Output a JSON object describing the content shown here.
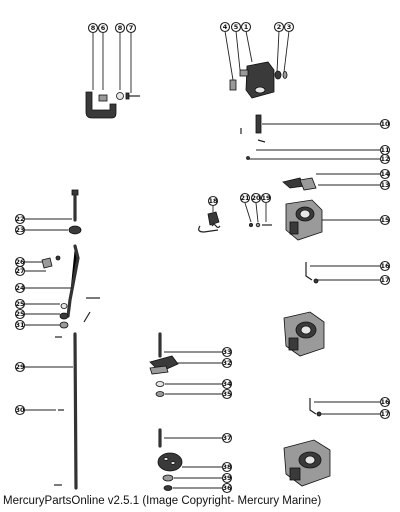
{
  "caption": "MercuryPartsOnline v2.5.1 (Image Copyright- Mercury Marine)",
  "callouts": {
    "top_left": [
      "8",
      "6",
      "8",
      "7"
    ],
    "top_right": [
      "4",
      "5",
      "1",
      "2",
      "3"
    ],
    "c10": "10",
    "c11": "11",
    "c12": "12",
    "c14": "14",
    "c13": "13",
    "c18": "18",
    "c21": "21",
    "c20": "20",
    "c19": "19",
    "c15": "15",
    "c22": "22",
    "c23": "23",
    "c26": "26",
    "c27": "27",
    "c24": "24",
    "c25": "25",
    "c35a": "25",
    "c31": "31",
    "c16a": "16",
    "c17a": "17",
    "c29": "29",
    "c30": "30",
    "c33": "33",
    "c32": "32",
    "c34a": "34",
    "c35": "35",
    "c16b": "16",
    "c17b": "17",
    "c37": "37",
    "c38": "38",
    "c39": "39",
    "c36": "36"
  }
}
